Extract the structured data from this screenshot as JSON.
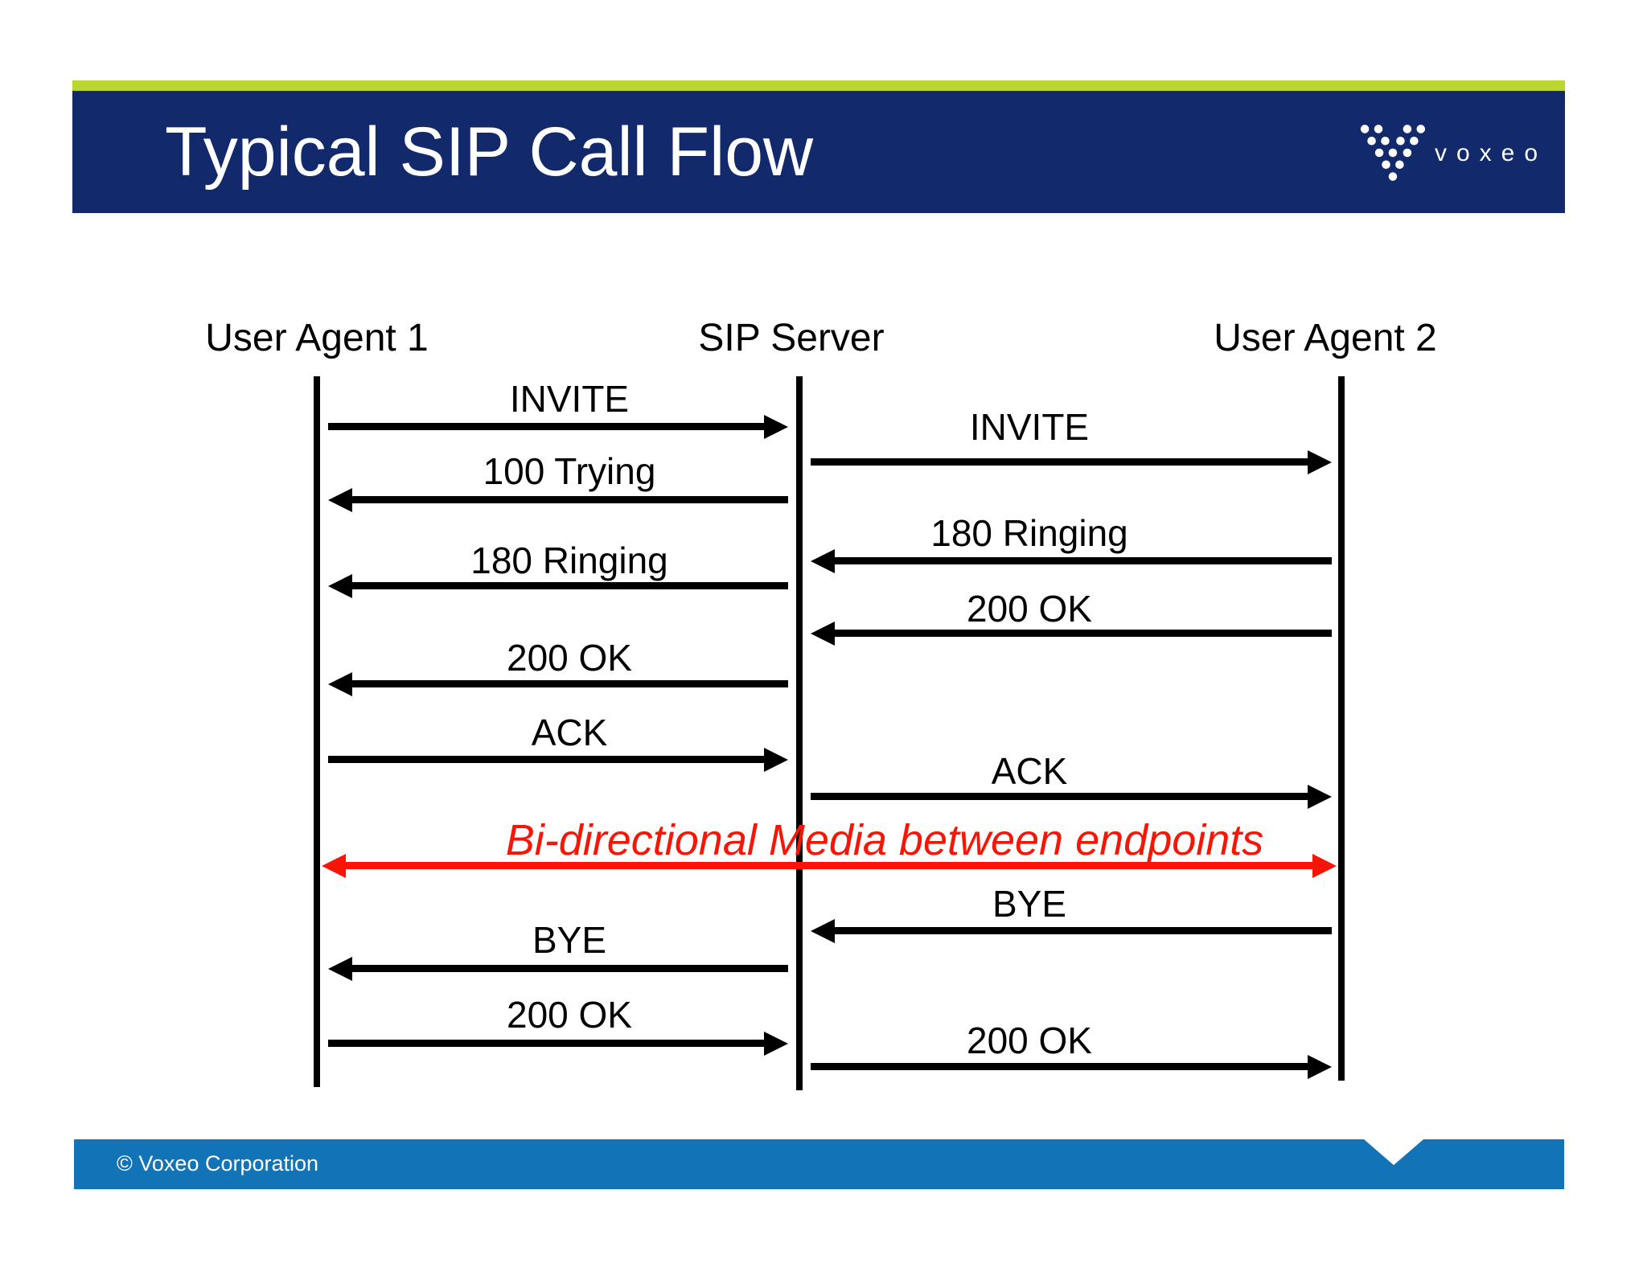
{
  "header": {
    "title": "Typical SIP Call Flow",
    "logo_text": "voxeo"
  },
  "diagram": {
    "actors": [
      {
        "label": "User Agent 1"
      },
      {
        "label": "SIP Server"
      },
      {
        "label": "User Agent 2"
      }
    ],
    "left_messages": [
      {
        "label": "INVITE",
        "from": "User Agent 1",
        "to": "SIP Server",
        "direction": "right"
      },
      {
        "label": "100 Trying",
        "from": "SIP Server",
        "to": "User Agent 1",
        "direction": "left"
      },
      {
        "label": "180 Ringing",
        "from": "SIP Server",
        "to": "User Agent 1",
        "direction": "left"
      },
      {
        "label": "200 OK",
        "from": "SIP Server",
        "to": "User Agent 1",
        "direction": "left"
      },
      {
        "label": "ACK",
        "from": "User Agent 1",
        "to": "SIP Server",
        "direction": "right"
      },
      {
        "label": "BYE",
        "from": "SIP Server",
        "to": "User Agent 1",
        "direction": "left"
      },
      {
        "label": "200 OK",
        "from": "User Agent 1",
        "to": "SIP Server",
        "direction": "right"
      }
    ],
    "right_messages": [
      {
        "label": "INVITE",
        "from": "SIP Server",
        "to": "User Agent 2",
        "direction": "right"
      },
      {
        "label": "180 Ringing",
        "from": "User Agent 2",
        "to": "SIP Server",
        "direction": "left"
      },
      {
        "label": "200 OK",
        "from": "User Agent 2",
        "to": "SIP Server",
        "direction": "left"
      },
      {
        "label": "ACK",
        "from": "SIP Server",
        "to": "User Agent 2",
        "direction": "right"
      },
      {
        "label": "BYE",
        "from": "User Agent 2",
        "to": "SIP Server",
        "direction": "left"
      },
      {
        "label": "200 OK",
        "from": "SIP Server",
        "to": "User Agent 2",
        "direction": "right"
      }
    ],
    "media": {
      "label": "Bi-directional Media between endpoints",
      "direction": "both"
    }
  },
  "footer": {
    "copyright": "© Voxeo Corporation"
  },
  "colors": {
    "header_navy": "#12296b",
    "accent_green": "#bbd531",
    "footer_blue": "#1273b6",
    "media_red": "#f81505",
    "line_black": "#000000"
  }
}
